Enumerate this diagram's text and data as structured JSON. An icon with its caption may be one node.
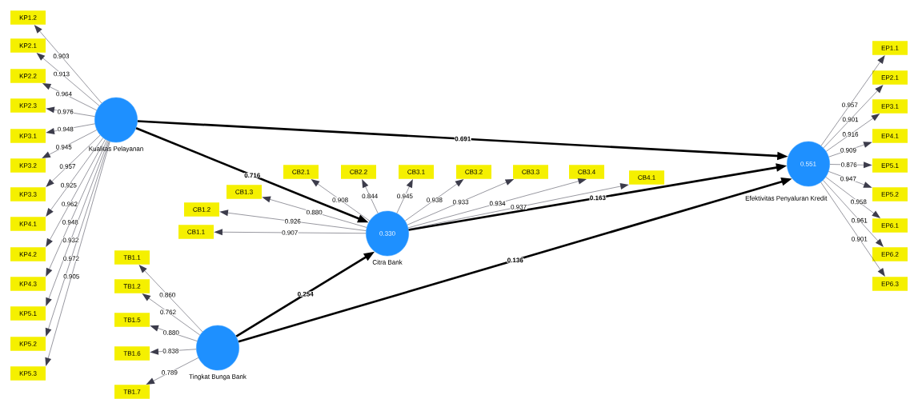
{
  "diagram": {
    "nodes": [
      {
        "text": [],
        "shape": "circle",
        "beside": [
          "Kualitas Pelayanan"
        ]
      },
      {
        "text": [
          "KP1.2"
        ]
      },
      {
        "text": [
          "KP2.1"
        ]
      },
      {
        "text": [
          "KP2.2"
        ]
      },
      {
        "text": [
          "KP2.3"
        ]
      },
      {
        "text": [
          "KP3.1"
        ]
      },
      {
        "text": [
          "KP3.2"
        ]
      },
      {
        "text": [
          "KP3.3"
        ]
      },
      {
        "text": [
          "KP4.1"
        ]
      },
      {
        "text": [
          "KP4.2"
        ]
      },
      {
        "text": [
          "KP4.3"
        ]
      },
      {
        "text": [
          "KP5.1"
        ]
      },
      {
        "text": [
          "KP5.2"
        ]
      },
      {
        "text": [
          "KP5.3"
        ]
      },
      {
        "text": [
          "0.330"
        ],
        "beside": [
          "Citra Bank"
        ]
      },
      {
        "text": [
          "CB1.1"
        ]
      },
      {
        "text": [
          "CB1.2"
        ]
      },
      {
        "text": [
          "CB1.3"
        ]
      },
      {
        "text": [
          "CB2.1"
        ]
      },
      {
        "text": [
          "CB2.2"
        ]
      },
      {
        "text": [
          "CB3.1"
        ]
      },
      {
        "text": [
          "CB3.2"
        ]
      },
      {
        "text": [
          "CB3.3"
        ]
      },
      {
        "text": [
          "CB3.4"
        ]
      },
      {
        "text": [
          "CB4.1"
        ]
      },
      {
        "text": [],
        "shape": "circle",
        "beside": [
          "Tingkat Bunga Bank"
        ]
      },
      {
        "text": [
          "TB1.1"
        ]
      },
      {
        "text": [
          "TB1.2"
        ]
      },
      {
        "text": [
          "TB1.5"
        ]
      },
      {
        "text": [
          "TB1.6"
        ]
      },
      {
        "text": [
          "TB1.7"
        ]
      },
      {
        "text": [
          "0.551"
        ],
        "beside": [
          "Efektivitas Penyaluran Kredit"
        ]
      },
      {
        "text": [
          "EP1.1"
        ]
      },
      {
        "text": [
          "EP2.1"
        ]
      },
      {
        "text": [
          "EP3.1"
        ]
      },
      {
        "text": [
          "EP4.1"
        ]
      },
      {
        "text": [
          "EP5.1"
        ]
      },
      {
        "text": [
          "EP5.2"
        ]
      },
      {
        "text": [
          "EP6.1"
        ]
      },
      {
        "text": [
          "EP6.2"
        ]
      },
      {
        "text": [
          "EP6.3"
        ]
      }
    ],
    "edges": [
      {
        "from": 0,
        "to": 31,
        "arrow": "to",
        "label": "0.691",
        "style": "thick",
        "color": "#000000"
      },
      {
        "from": 0,
        "to": 14,
        "arrow": "to",
        "label": "0.716",
        "style": "thick",
        "color": "#000000"
      },
      {
        "from": 14,
        "to": 31,
        "arrow": "to",
        "label": "0.163",
        "style": "thick",
        "color": "#000000"
      },
      {
        "from": 25,
        "to": 14,
        "arrow": "to",
        "label": "0.254",
        "style": "thick",
        "color": "#000000"
      },
      {
        "from": 25,
        "to": 31,
        "arrow": "to",
        "label": "0.136",
        "style": "thick",
        "color": "#000000"
      },
      {
        "from": 0,
        "to": 1,
        "arrow": "to",
        "label": "0.903"
      },
      {
        "from": 0,
        "to": 2,
        "arrow": "to",
        "label": "0.913"
      },
      {
        "from": 0,
        "to": 3,
        "arrow": "to",
        "label": "0.964"
      },
      {
        "from": 0,
        "to": 4,
        "arrow": "to",
        "label": "0.976"
      },
      {
        "from": 0,
        "to": 5,
        "arrow": "to",
        "label": "0.948"
      },
      {
        "from": 0,
        "to": 6,
        "arrow": "to",
        "label": "0.945"
      },
      {
        "from": 0,
        "to": 7,
        "arrow": "to",
        "label": "0.957"
      },
      {
        "from": 0,
        "to": 8,
        "arrow": "to",
        "label": "0.925"
      },
      {
        "from": 0,
        "to": 9,
        "arrow": "to",
        "label": "0.962"
      },
      {
        "from": 0,
        "to": 10,
        "arrow": "to",
        "label": "0.948"
      },
      {
        "from": 0,
        "to": 11,
        "arrow": "to",
        "label": "0.932"
      },
      {
        "from": 0,
        "to": 12,
        "arrow": "to",
        "label": "0.972"
      },
      {
        "from": 0,
        "to": 13,
        "arrow": "to",
        "label": "0.905"
      },
      {
        "from": 14,
        "to": 15,
        "arrow": "to",
        "label": "0.907"
      },
      {
        "from": 14,
        "to": 16,
        "arrow": "to",
        "label": "0.926"
      },
      {
        "from": 14,
        "to": 17,
        "arrow": "to",
        "label": "0.880"
      },
      {
        "from": 14,
        "to": 18,
        "arrow": "to",
        "label": "0.908"
      },
      {
        "from": 14,
        "to": 19,
        "arrow": "to",
        "label": "0.844"
      },
      {
        "from": 14,
        "to": 20,
        "arrow": "to",
        "label": "0.945"
      },
      {
        "from": 14,
        "to": 21,
        "arrow": "to",
        "label": "0.938"
      },
      {
        "from": 14,
        "to": 22,
        "arrow": "to",
        "label": "0.933"
      },
      {
        "from": 14,
        "to": 23,
        "arrow": "to",
        "label": "0.934"
      },
      {
        "from": 14,
        "to": 24,
        "arrow": "to",
        "label": "0.937"
      },
      {
        "from": 25,
        "to": 26,
        "arrow": "to",
        "label": "0.860"
      },
      {
        "from": 25,
        "to": 27,
        "arrow": "to",
        "label": "0.762"
      },
      {
        "from": 25,
        "to": 28,
        "arrow": "to",
        "label": "0.880"
      },
      {
        "from": 25,
        "to": 29,
        "arrow": "to",
        "label": "0.838"
      },
      {
        "from": 25,
        "to": 30,
        "arrow": "to",
        "label": "0.789"
      },
      {
        "from": 31,
        "to": 32,
        "arrow": "to",
        "label": "0.957"
      },
      {
        "from": 31,
        "to": 33,
        "arrow": "to",
        "label": "0.901"
      },
      {
        "from": 31,
        "to": 34,
        "arrow": "to",
        "label": "0.916"
      },
      {
        "from": 31,
        "to": 35,
        "arrow": "to",
        "label": "0.909"
      },
      {
        "from": 31,
        "to": 36,
        "arrow": "to",
        "label": "0.876"
      },
      {
        "from": 31,
        "to": 37,
        "arrow": "to",
        "label": "0.947"
      },
      {
        "from": 31,
        "to": 38,
        "arrow": "to",
        "label": "0.958"
      },
      {
        "from": 31,
        "to": 39,
        "arrow": "to",
        "label": "0.961"
      },
      {
        "from": 31,
        "to": 40,
        "arrow": "to",
        "label": "0.901"
      }
    ]
  }
}
